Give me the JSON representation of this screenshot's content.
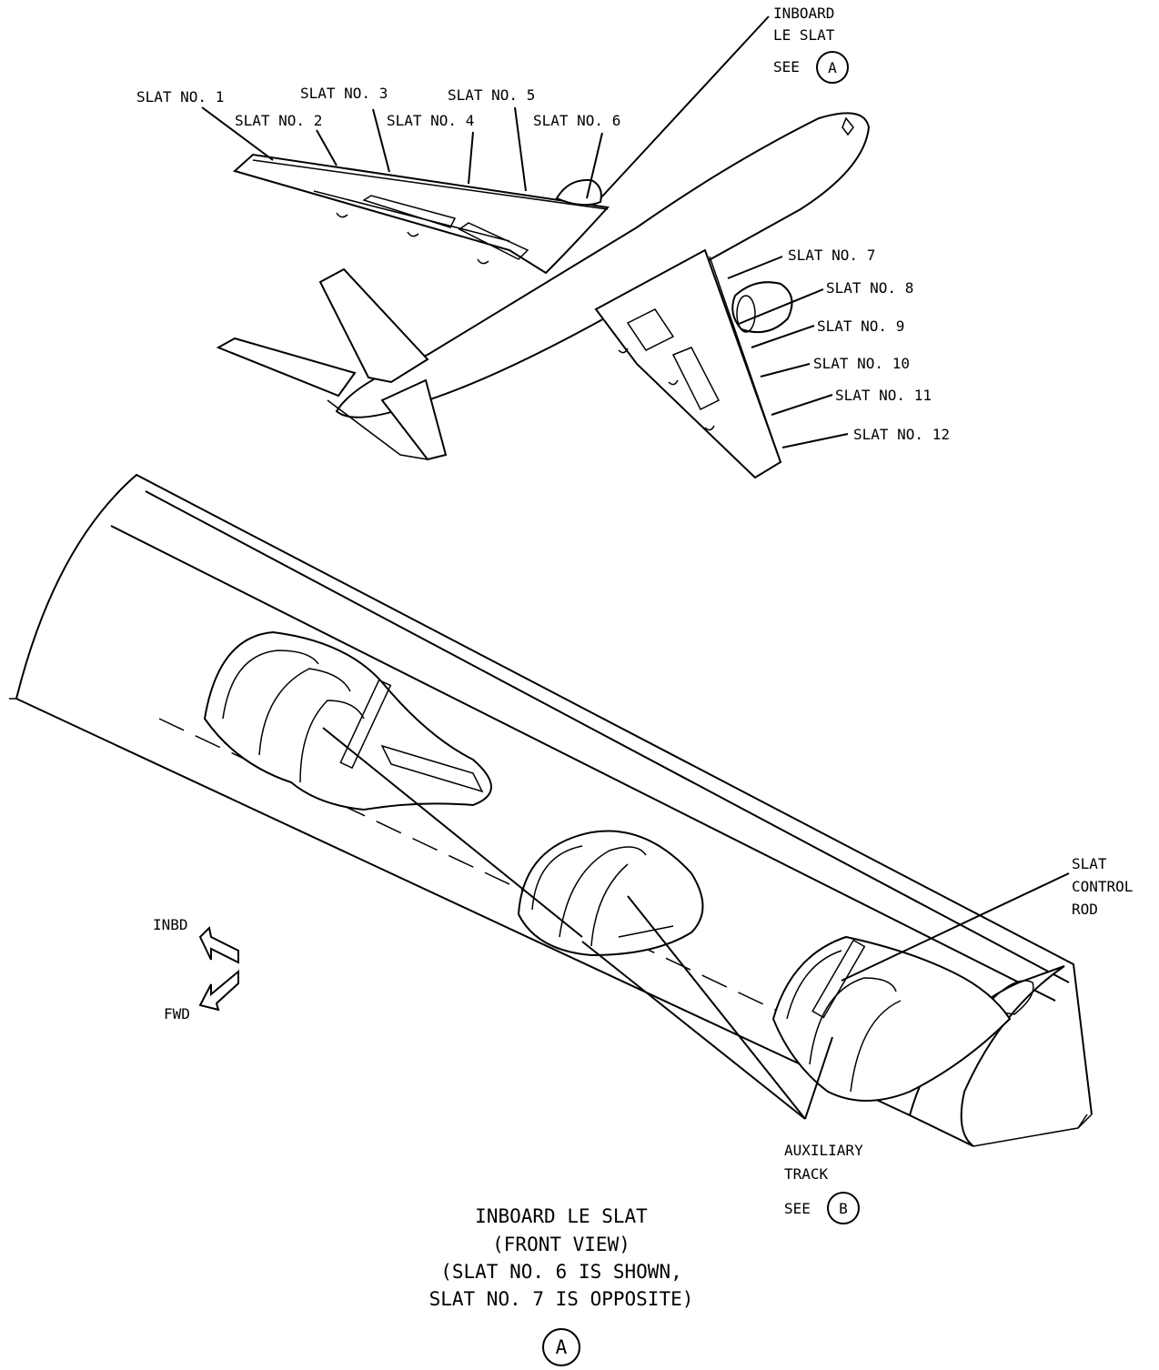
{
  "top_callout": {
    "label_line1": "INBOARD",
    "label_line2": "LE SLAT",
    "see_text": "SEE",
    "see_ref": "A"
  },
  "slats": {
    "s1": "SLAT NO. 1",
    "s2": "SLAT NO. 2",
    "s3": "SLAT NO. 3",
    "s4": "SLAT NO. 4",
    "s5": "SLAT NO. 5",
    "s6": "SLAT NO. 6",
    "s7": "SLAT NO. 7",
    "s8": "SLAT NO. 8",
    "s9": "SLAT NO. 9",
    "s10": "SLAT NO. 10",
    "s11": "SLAT NO. 11",
    "s12": "SLAT NO. 12"
  },
  "control_rod": {
    "line1": "SLAT",
    "line2": "CONTROL",
    "line3": "ROD"
  },
  "aux_track": {
    "line1": "AUXILIARY",
    "line2": "TRACK",
    "see_text": "SEE",
    "see_ref": "B"
  },
  "directions": {
    "inbd": "INBD",
    "fwd": "FWD"
  },
  "caption": {
    "line1": "INBOARD LE SLAT",
    "line2": "(FRONT VIEW)",
    "line3": "(SLAT NO. 6 IS SHOWN,",
    "line4": "SLAT NO. 7 IS OPPOSITE)",
    "ref": "A"
  }
}
